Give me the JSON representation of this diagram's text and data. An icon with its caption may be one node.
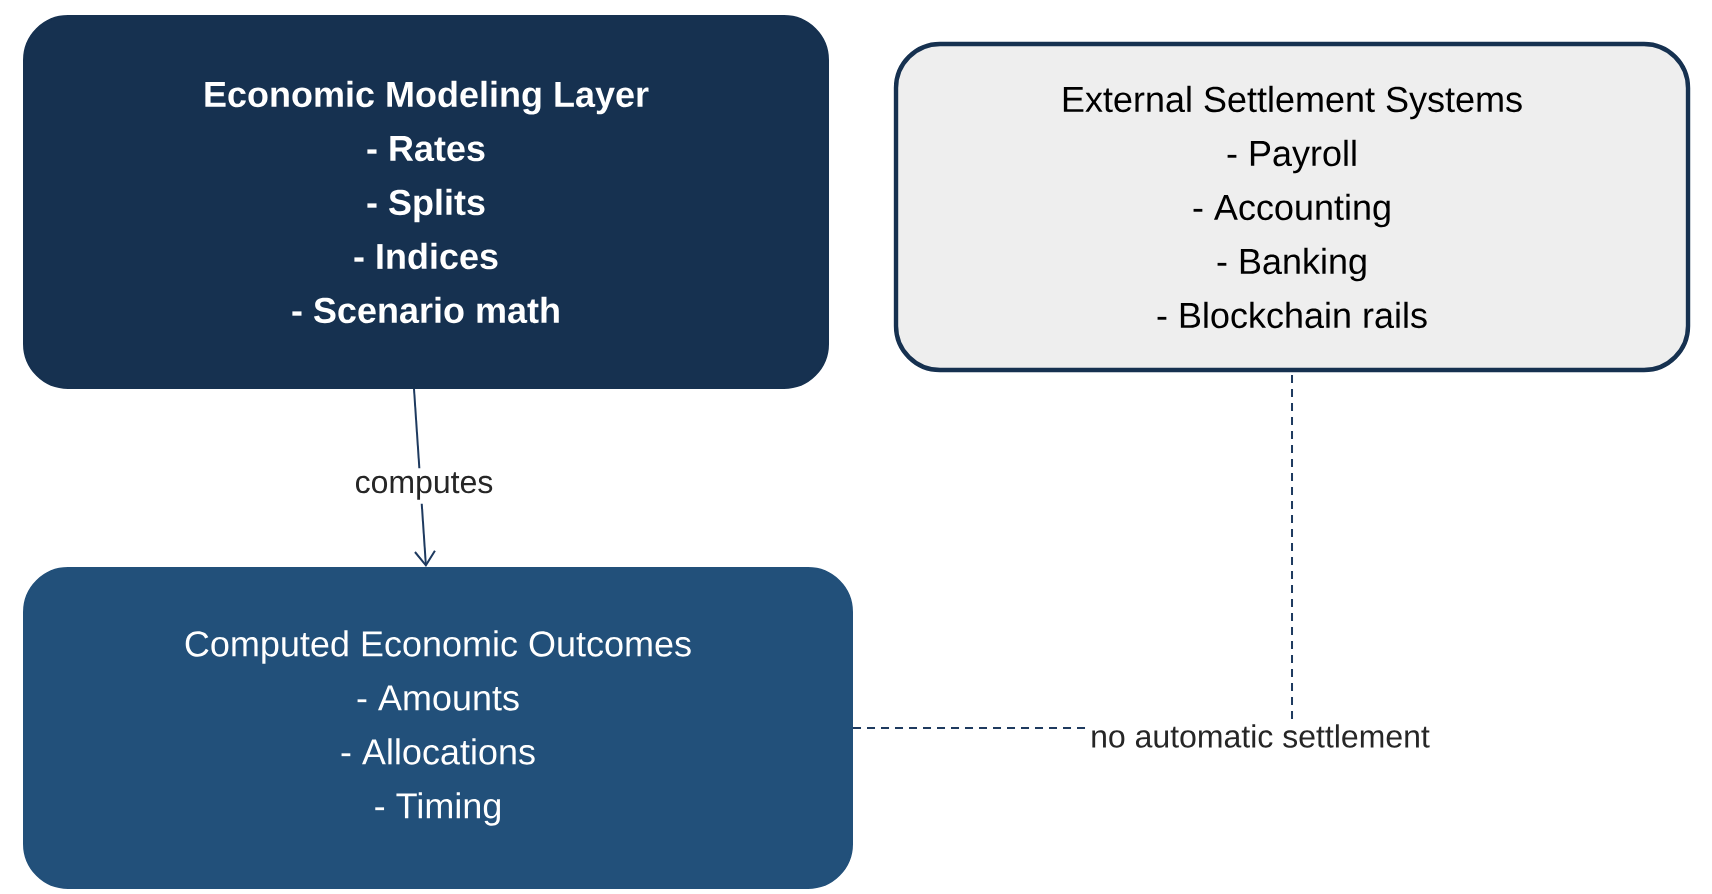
{
  "diagram": {
    "nodes": [
      {
        "text": [
          "Economic Modeling Layer",
          "- Rates",
          "- Splits",
          "- Indices",
          "- Scenario math"
        ]
      },
      {
        "text": [
          "External Settlement Systems",
          "- Payroll",
          "- Accounting",
          "- Banking",
          "- Blockchain rails"
        ]
      },
      {
        "text": [
          "Computed Economic Outcomes",
          "- Amounts",
          "- Allocations",
          "- Timing"
        ]
      }
    ],
    "edges": [
      {
        "from": 0,
        "to": 2,
        "arrow": "to",
        "label": "computes"
      },
      {
        "from": 2,
        "to": 1,
        "arrow": "none",
        "label": "no automatic settlement",
        "style": "dashed"
      }
    ]
  }
}
